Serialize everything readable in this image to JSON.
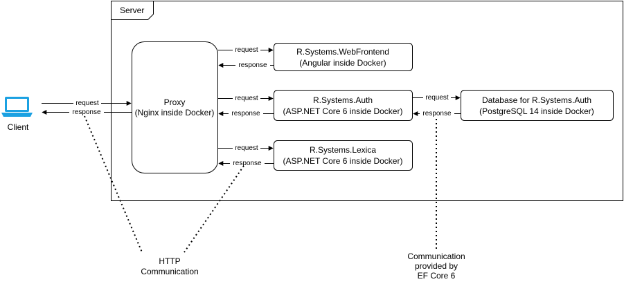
{
  "server": {
    "label": "Server"
  },
  "client": {
    "label": "Client",
    "icon": "laptop-icon",
    "icon_color": "#1ba1e2"
  },
  "proxy": {
    "line1": "Proxy",
    "line2": "(Nginx inside Docker)"
  },
  "services": [
    {
      "line1": "R.Systems.WebFrontend",
      "line2": "(Angular inside Docker)"
    },
    {
      "line1": "R.Systems.Auth",
      "line2": "(ASP.NET Core 6 inside Docker)"
    },
    {
      "line1": "R.Systems.Lexica",
      "line2": "(ASP.NET Core 6 inside Docker)"
    }
  ],
  "database": {
    "line1": "Database for R.Systems.Auth",
    "line2": "(PostgreSQL 14 inside Docker)"
  },
  "edge_labels": {
    "request": "request",
    "response": "response"
  },
  "notes": {
    "http": {
      "line1": "HTTP",
      "line2": "Communication"
    },
    "ef": {
      "line1": "Communication",
      "line2": "provided by",
      "line3": "EF Core 6"
    }
  }
}
